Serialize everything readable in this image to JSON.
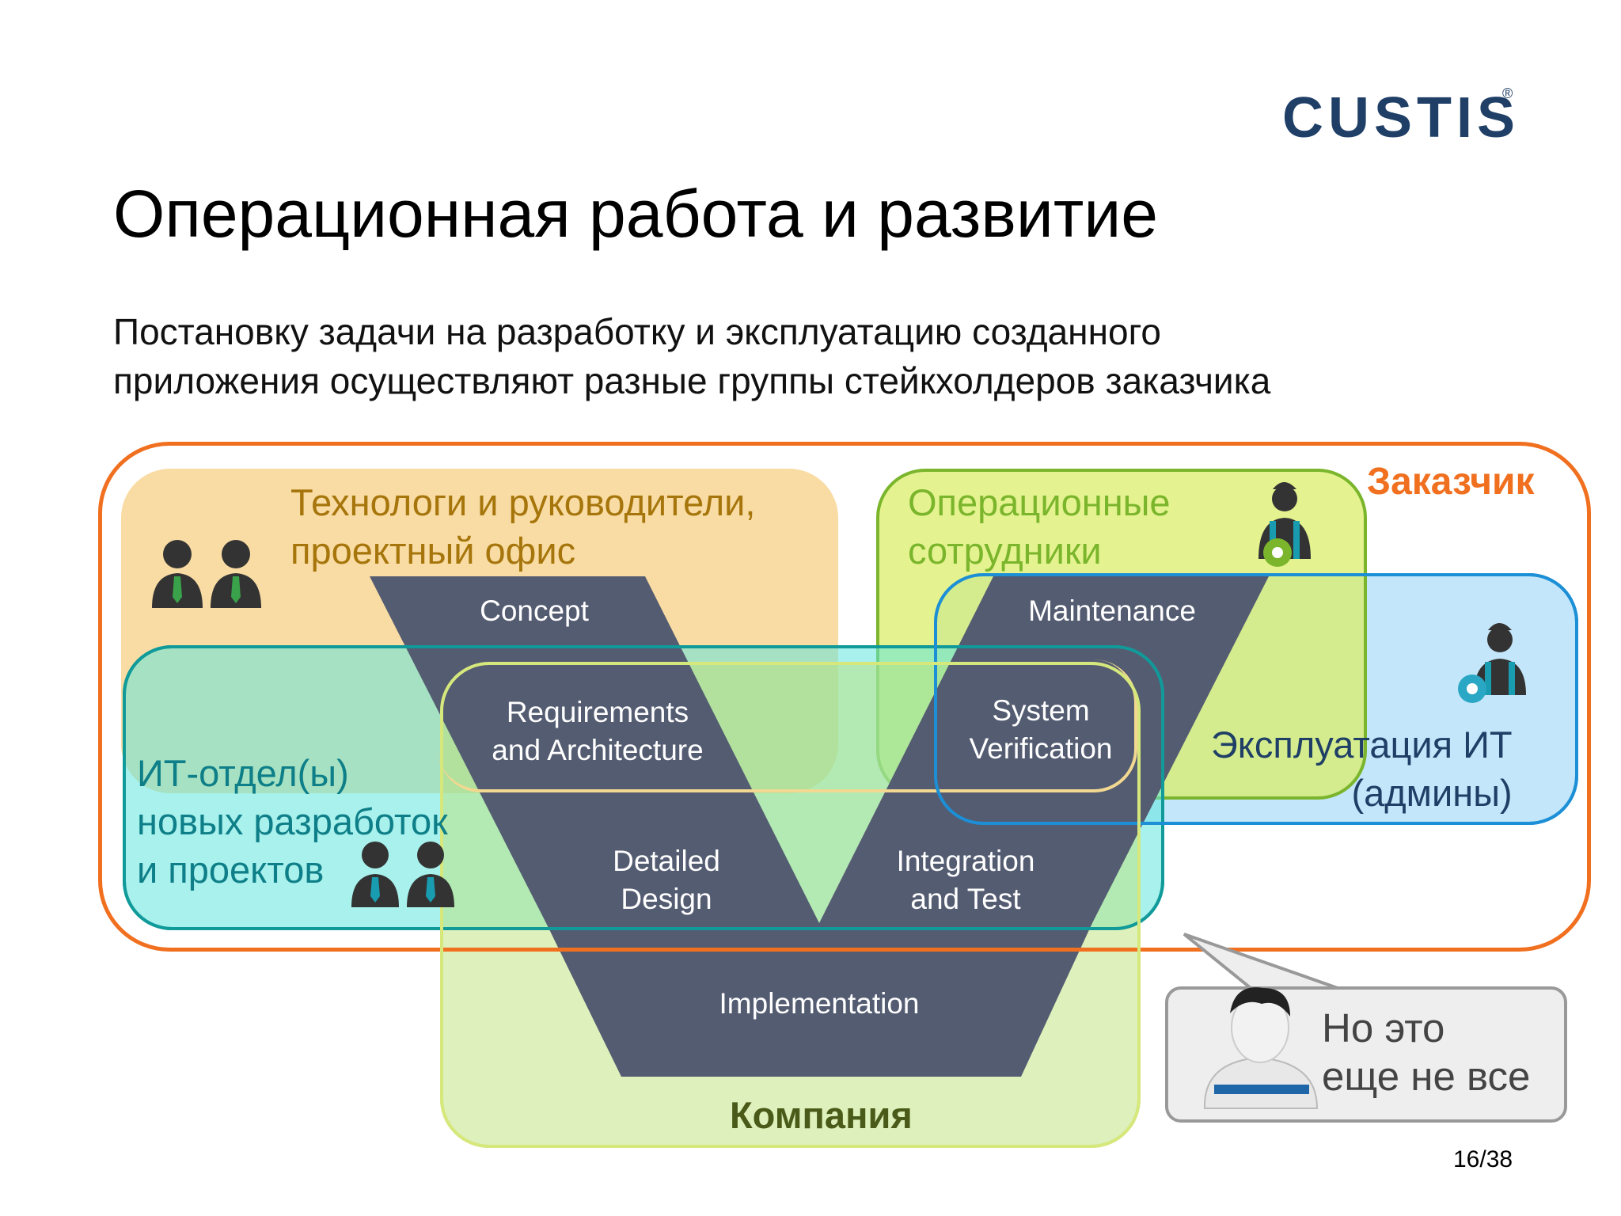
{
  "logo": {
    "text": "CUSTIS",
    "mark": "®"
  },
  "title": "Операционная работа и развитие",
  "subtitle": {
    "line1": "Постановку задачи на разработку и эксплуатацию созданного",
    "line2": "приложения осуществляют разные группы стейкхолдеров заказчика"
  },
  "groups": {
    "customer": {
      "label": "Заказчик",
      "color": "#f07020"
    },
    "technologists": {
      "line1": "Технологи и руководители,",
      "line2": "проектный офис",
      "color": "#a6750b",
      "icon": "managers-icon"
    },
    "operations": {
      "line1": "Операционные",
      "line2": "сотрудники",
      "color": "#7ab52c",
      "icon": "worker-icon"
    },
    "it_ops": {
      "line1": "Эксплуатация ИТ",
      "line2": "(админы)",
      "color": "#1c8fd6",
      "icon": "worker-icon"
    },
    "it_dev": {
      "line1": "ИТ-отдел(ы)",
      "line2": "новых разработок",
      "line3": "и проектов",
      "color": "#109a9a",
      "icon": "managers-icon"
    },
    "company": {
      "label": "Компания",
      "color": "#4a5a18"
    }
  },
  "v_model": {
    "color": "#545c72",
    "stages": {
      "concept": "Concept",
      "requirements": {
        "line1": "Requirements",
        "line2": "and Architecture"
      },
      "detailed_design": {
        "line1": "Detailed",
        "line2": "Design"
      },
      "implementation": "Implementation",
      "integration": {
        "line1": "Integration",
        "line2": "and Test"
      },
      "verification": {
        "line1": "System",
        "line2": "Verification"
      },
      "maintenance": "Maintenance"
    }
  },
  "callout": {
    "line1": "Но это",
    "line2": "еще не все"
  },
  "page_number": "16/38"
}
